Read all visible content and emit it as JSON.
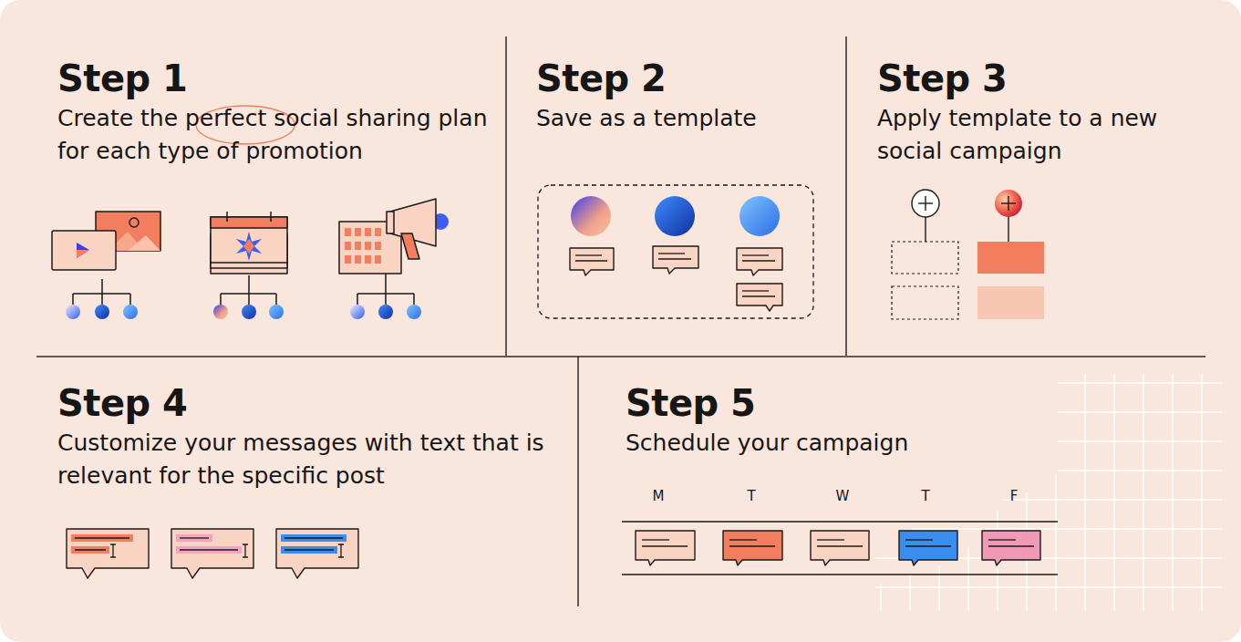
{
  "diagram": {
    "nodes": [
      {
        "text": [
          "Step 1",
          "Create the perfect social sharing plan for each type of promotion"
        ]
      },
      {
        "text": [
          "Step 2",
          "Save as a template"
        ]
      },
      {
        "text": [
          "Step 3",
          "Apply template to a new social campaign"
        ]
      },
      {
        "text": [
          "Step 4",
          "Customize your messages with text that is relevant for the specific post"
        ]
      },
      {
        "text": [
          "Step 5",
          "Schedule your campaign"
        ]
      }
    ],
    "labels": [
      "M",
      "T",
      "W",
      "T",
      "F"
    ]
  }
}
